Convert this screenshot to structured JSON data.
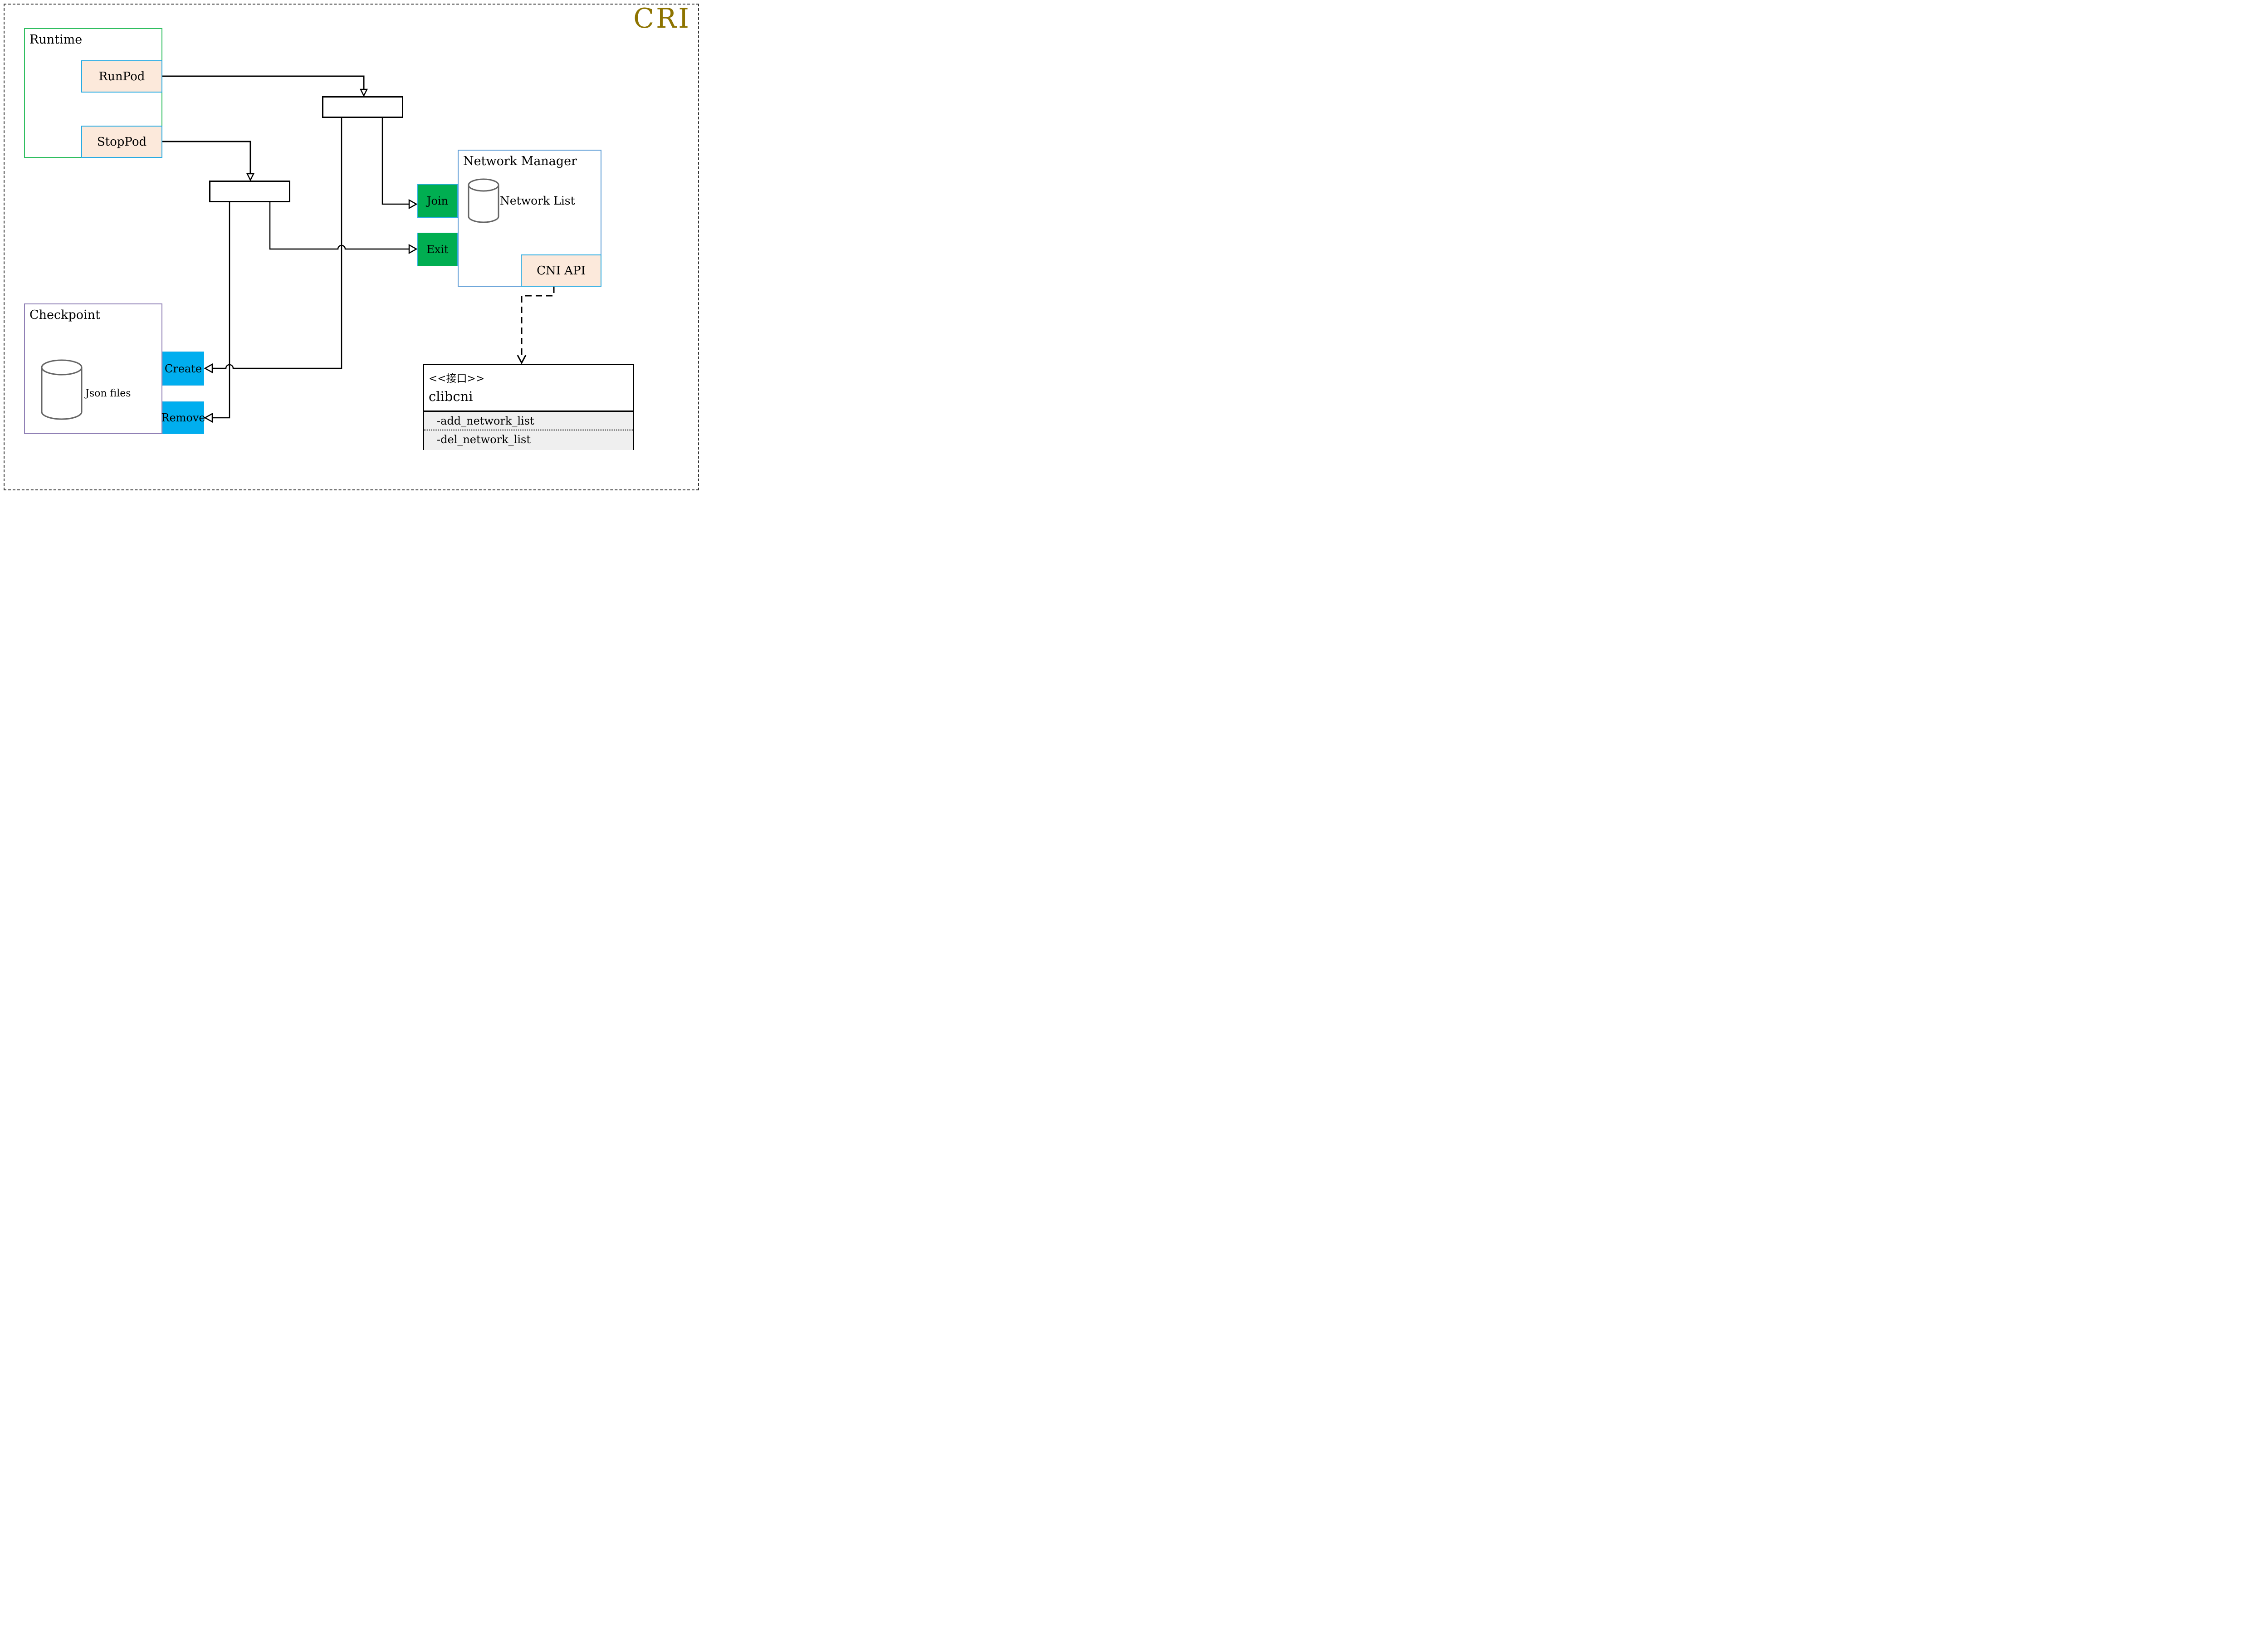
{
  "title": {
    "text": "CRI",
    "color": "#8E7400"
  },
  "runtime": {
    "label": "Runtime",
    "run_pod_label": "RunPod",
    "stop_pod_label": "StopPod"
  },
  "network_manager": {
    "label": "Network Manager",
    "network_list_label": "Network List",
    "join_label": "Join",
    "exit_label": "Exit",
    "cni_api_label": "CNI API"
  },
  "checkpoint": {
    "label": "Checkpoint",
    "json_files_label": "Json files",
    "create_label": "Create",
    "remove_label": "Remove"
  },
  "interface": {
    "stereotype": "<<接口>>",
    "name": "clibcni",
    "methods": [
      "-add_network_list",
      "-del_network_list"
    ]
  },
  "colors": {
    "cri_title": "#8E7400",
    "runtime_border": "#2FBE60",
    "network_manager_border": "#5B9BD5",
    "checkpoint_border": "#9080B5",
    "peach_fill": "#FCE9DB",
    "cyan_border": "#29ABE2",
    "green_fill": "#00AE51",
    "blue_fill": "#00AEEF",
    "methods_fill": "#EFEFEF",
    "cylinder_stroke": "#666666",
    "connector": "#000000"
  }
}
